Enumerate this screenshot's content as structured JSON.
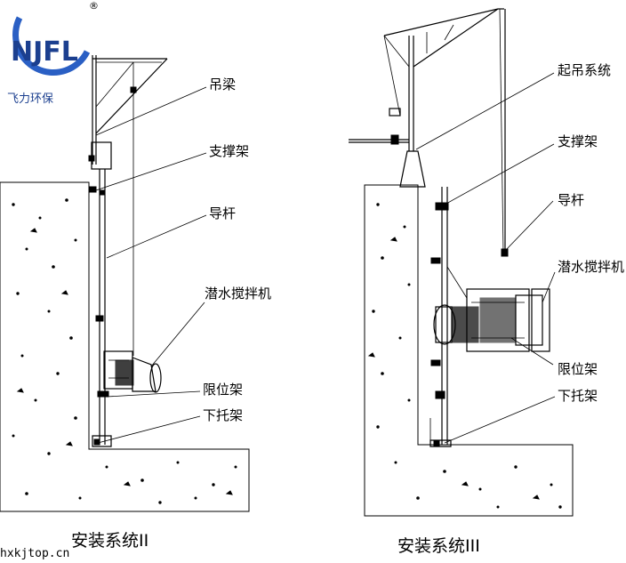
{
  "logo": {
    "text": "NJFL",
    "registered": "®",
    "cn": "飞力环保"
  },
  "watermark": "hxkjtop.cn",
  "system2": {
    "caption": "安装系统II",
    "labels": {
      "hoist_beam": "吊梁",
      "support_frame": "支撑架",
      "guide_rod": "导杆",
      "mixer": "潜水搅拌机",
      "limit_frame": "限位架",
      "bottom_bracket": "下托架"
    }
  },
  "system3": {
    "caption": "安装系统III",
    "labels": {
      "lifting_system": "起吊系统",
      "support_frame": "支撑架",
      "guide_rod": "导杆",
      "mixer": "潜水搅拌机",
      "limit_frame": "限位架",
      "bottom_bracket": "下托架"
    }
  }
}
